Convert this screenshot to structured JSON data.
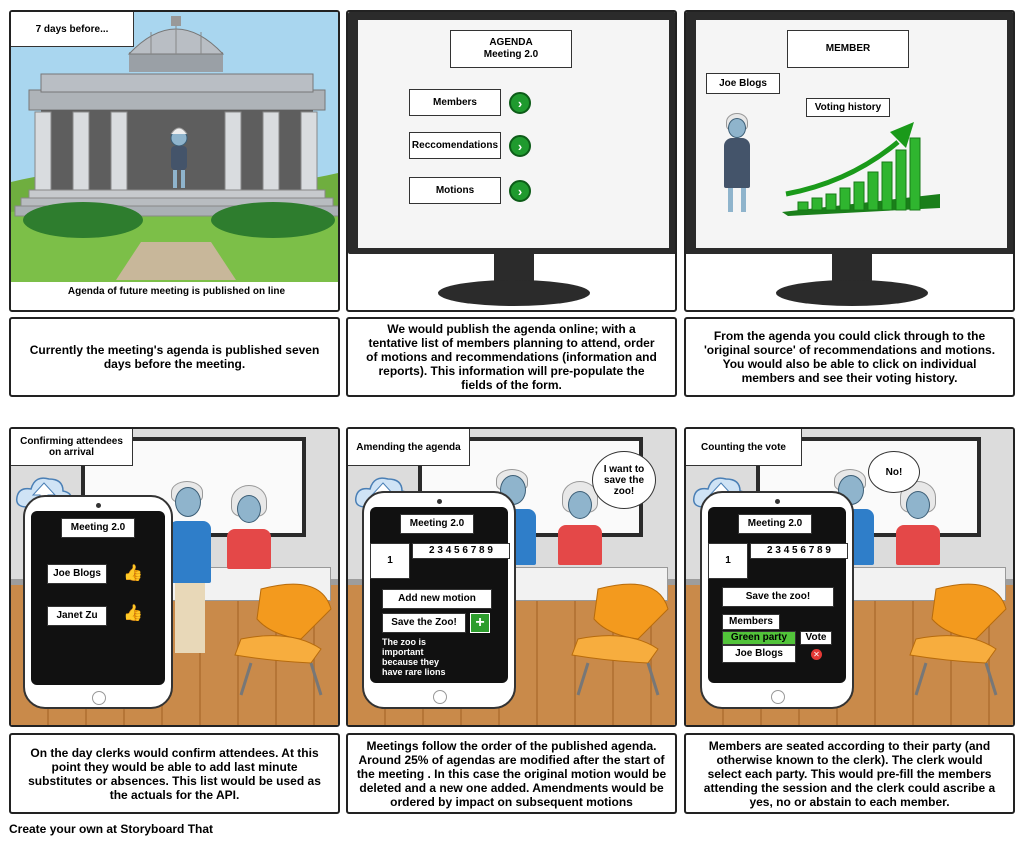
{
  "panel1": {
    "tag": "7 days before...",
    "bottom_text": "Agenda of future meeting is published on line",
    "caption": "Currently the meeting's agenda is published seven days before the meeting."
  },
  "panel2": {
    "title_line1": "AGENDA",
    "title_line2": "Meeting 2.0",
    "items": [
      "Members",
      "Reccomendations",
      "Motions"
    ],
    "caption": "We would publish the agenda online; with a tentative list of members planning to attend, order of motions and recommendations (information and reports). This information will pre-populate the fields of the form."
  },
  "panel3": {
    "title": "MEMBER",
    "member_name": "Joe Blogs",
    "voting_history": "Voting history",
    "caption": "From the agenda you could click through to the 'original source' of recommendations and motions. You would also be able to click on individual members and see their voting history."
  },
  "panel4": {
    "tag": "Confirming attendees on arrival",
    "meeting": "Meeting 2.0",
    "attendees": [
      "Joe Blogs",
      "Janet Zu"
    ],
    "caption": "On the day clerks would confirm attendees. At this point they would be able to add last minute substitutes or absences. This list would be used as the actuals for the API."
  },
  "panel5": {
    "tag": "Amending the agenda",
    "speech": "I want to save the zoo!",
    "meeting": "Meeting 2.0",
    "number": "1",
    "digits": "2 3 4 5 6 7 8 9",
    "add_motion": "Add new motion",
    "motion_title": "Save the Zoo!",
    "motion_text": "The zoo is important because they have rare lions",
    "caption": "Meetings follow the order of the published agenda. Around 25% of agendas are modified after the start of the meeting . In this case the original motion would be deleted and a new one added. Amendments would be ordered by impact on subsequent motions"
  },
  "panel6": {
    "tag": "Counting the vote",
    "speech": "No!",
    "meeting": "Meeting 2.0",
    "number": "1",
    "digits": "2 3 4 5 6 7 8 9",
    "motion_title": "Save the zoo!",
    "members": "Members",
    "party": "Green party",
    "vote": "Vote",
    "member_name": "Joe Blogs",
    "caption": "Members are seated according to their party (and otherwise known to the clerk). The clerk would select each party. This would pre-fill the members attending the session and the clerk could ascribe a yes, no or abstain to each member."
  },
  "footer": "Create your own at Storyboard That",
  "colors": {
    "accent_green": "#1f9a2e",
    "party_green": "#52c43a",
    "chair_orange": "#f39a1e"
  }
}
